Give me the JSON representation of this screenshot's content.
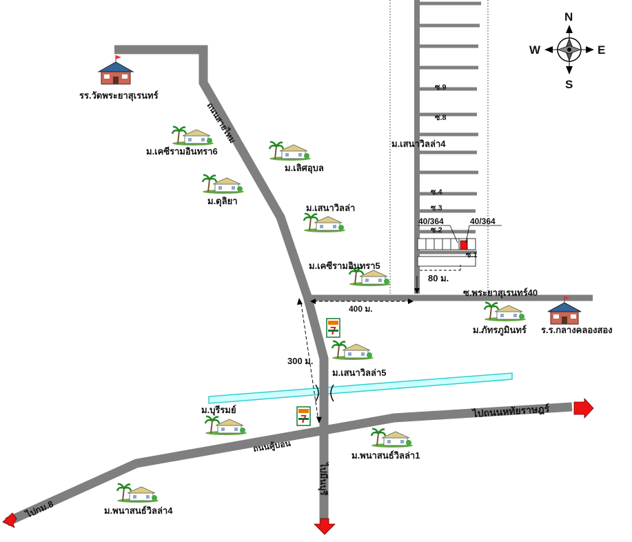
{
  "compass": {
    "n": "N",
    "s": "S",
    "e": "E",
    "w": "W"
  },
  "roads": {
    "sai_mai_top": "ถนนสายไหม",
    "soi_40": "ซ.พระยาสุเรนทร์40",
    "khu_bon": "ถนนคู้บอน",
    "to_hathai_rat": "ไปถนนหทัยราษฎร์",
    "to_km8": "ไปกม.8",
    "to_minburi": "ไปมีนบุรี"
  },
  "places": {
    "school_wat": "รร.วัดพระยาสุเรนทร์",
    "school_klang": "ร.ร.กลางคลองสอง",
    "kesiram6": "ม.เคซีรามอินทรา6",
    "lertubon": "ม.เลิศอุบล",
    "duliya": "ม.ดุลิยา",
    "sena": "ม.เสนาวิลล่า",
    "kesiram5": "ม.เคซีรามอินทรา5",
    "sena4": "ม.เสนาวิลล่า4",
    "pattara": "ม.ภัทรภูมินทร์",
    "sena5": "ม.เสนาวิลล่า5",
    "buri": "ม.บุรีรมย์",
    "panasan1": "ม.พนาสนธ์วิลล่า1",
    "panasan4": "ม.พนาสนธ์วิลล่า4"
  },
  "sois": {
    "s9": "ซ.9",
    "s8": "ซ.8",
    "s4": "ซ.4",
    "s3": "ซ.3",
    "s2": "ซ.2",
    "s1": "ซ.1"
  },
  "house_no_left": "40/364",
  "house_no_right": "40/364",
  "distances": {
    "d80": "80 ม.",
    "d400": "400 ม.",
    "d300": "300 ม."
  },
  "colors": {
    "road": "#7f7f7f",
    "canal_fill": "#ccffff",
    "canal_stroke": "#33cccc",
    "arrow": "#ee1111",
    "target": "#ee1111"
  }
}
